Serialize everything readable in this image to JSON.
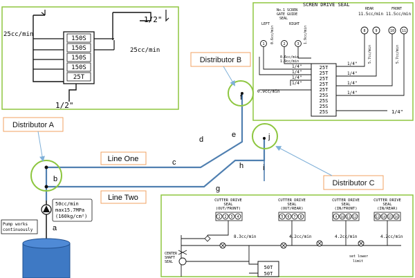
{
  "colors": {
    "panel_border": "#8dc63f",
    "ring": "#8dc63f",
    "pipe": "#4f7fb0",
    "label_orange": "#f0a060",
    "leader": "#7fb0d8",
    "pump": "#3e79c4",
    "ink": "#111111"
  },
  "top_left_panel": {
    "flow_left": "25cc/min",
    "flow_right": "25cc/min",
    "pipe_top": "1/2\"",
    "pipe_bottom": "1/2\"",
    "block_ports": [
      "150S",
      "150S",
      "150S",
      "150S",
      "25T"
    ]
  },
  "top_right_panel": {
    "title": "SCREN DRIVE SEAL",
    "screen_gate_seal": "No.1 SCREN\nGATE GUIDE\nSEAL",
    "left": "LEFT",
    "right": "RIGHT",
    "rear": "REAR",
    "front": "FRONT",
    "rear_rate": "11.5cc/min",
    "front_rate": "11.5cc/min",
    "circles_left": [
      "1",
      "2",
      "3"
    ],
    "circles_right": [
      "8",
      "9",
      "10",
      "11"
    ],
    "fittings_left": [
      "1/4\"",
      "1/4\"",
      "1/4\"",
      "1/4\""
    ],
    "fittings_right": [
      "1/4\"",
      "1/4\"",
      "1/4\"",
      "1/4\""
    ],
    "block_ports": [
      "25T",
      "25T",
      "25T",
      "25T",
      "25T",
      "25S",
      "25S",
      "25S",
      "25S"
    ],
    "rate_main": "0.9cc/min",
    "rate_a": "0.6cc/min",
    "rate_b": "1.9cc/min",
    "rate_c": "5.7cc/min",
    "bottom_pipe": "1/4\""
  },
  "bottom_panel": {
    "groups": [
      {
        "title": "CUTTER DRIVE\nSEAL\n(OUT/FRONT)",
        "circles": [
          "1",
          "2",
          "3",
          "4"
        ],
        "rate": "8.3cc/min"
      },
      {
        "title": "CUTTER DRIVE\nSEAL\n(OUT/REAR)",
        "circles": [
          "5",
          "6",
          "7",
          "8"
        ],
        "rate": "4.2cc/min"
      },
      {
        "title": "CUTTER DRIVE\nSEAL\n(IN/FRONT)",
        "circles": [
          "9",
          "10",
          "11",
          "12"
        ],
        "rate": "4.2cc/min"
      },
      {
        "title": "CUTTER DRIVE\nSEAL\n(IN/REAR)",
        "circles": [
          "13",
          "14",
          "15",
          "16"
        ],
        "rate": "4.2cc/min"
      }
    ],
    "center_shaft_seal": "CENTER\nSHAFT\nSEAL",
    "block_port": "50T",
    "limit_note": "set lower\nlimit"
  },
  "distributors": {
    "a": "Distributor A",
    "b": "Distributor B",
    "c": "Distributor C"
  },
  "lines": {
    "one": "Line One",
    "two": "Line Two"
  },
  "points": [
    "a",
    "b",
    "c",
    "d",
    "e",
    "f",
    "g",
    "h",
    "i",
    "j"
  ],
  "pump_spec": "50cc/min\nmax15.7MPa\n(160kg/cm²)",
  "pump_note": "Pump works\ncontinuously"
}
